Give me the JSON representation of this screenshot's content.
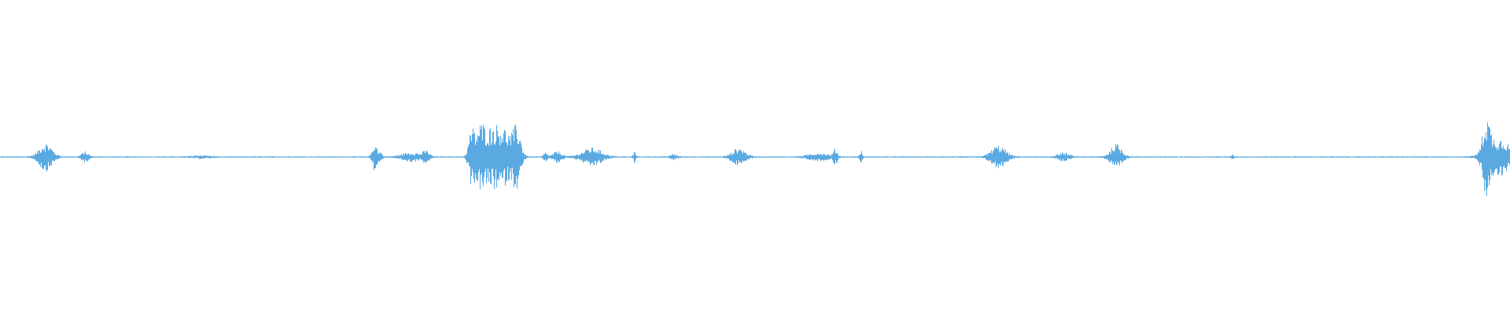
{
  "waveform": {
    "color": "#5aa9e1",
    "background": "#ffffff",
    "max_amplitude": 1.0,
    "baseline_amplitude": 0.012,
    "duration_fraction_bursts": [
      {
        "t": 0.03,
        "amp": 0.22,
        "spread": 0.004
      },
      {
        "t": 0.056,
        "amp": 0.08,
        "spread": 0.002
      },
      {
        "t": 0.133,
        "amp": 0.02,
        "spread": 0.005
      },
      {
        "t": 0.248,
        "amp": 0.22,
        "spread": 0.0015
      },
      {
        "t": 0.252,
        "amp": 0.07,
        "spread": 0.001
      },
      {
        "t": 0.272,
        "amp": 0.07,
        "spread": 0.0055
      },
      {
        "t": 0.282,
        "amp": 0.09,
        "spread": 0.002
      },
      {
        "t": 0.312,
        "amp": 0.4,
        "spread": 0.0018
      },
      {
        "t": 0.318,
        "amp": 0.48,
        "spread": 0.003
      },
      {
        "t": 0.326,
        "amp": 0.44,
        "spread": 0.004
      },
      {
        "t": 0.334,
        "amp": 0.4,
        "spread": 0.004
      },
      {
        "t": 0.342,
        "amp": 0.46,
        "spread": 0.0025
      },
      {
        "t": 0.361,
        "amp": 0.08,
        "spread": 0.001
      },
      {
        "t": 0.369,
        "amp": 0.09,
        "spread": 0.0025
      },
      {
        "t": 0.392,
        "amp": 0.14,
        "spread": 0.006
      },
      {
        "t": 0.42,
        "amp": 0.08,
        "spread": 0.0008
      },
      {
        "t": 0.446,
        "amp": 0.04,
        "spread": 0.002
      },
      {
        "t": 0.489,
        "amp": 0.14,
        "spread": 0.004
      },
      {
        "t": 0.542,
        "amp": 0.06,
        "spread": 0.006
      },
      {
        "t": 0.553,
        "amp": 0.12,
        "spread": 0.0012
      },
      {
        "t": 0.57,
        "amp": 0.09,
        "spread": 0.0008
      },
      {
        "t": 0.661,
        "amp": 0.18,
        "spread": 0.0045
      },
      {
        "t": 0.704,
        "amp": 0.06,
        "spread": 0.0035
      },
      {
        "t": 0.739,
        "amp": 0.2,
        "spread": 0.0035
      },
      {
        "t": 0.816,
        "amp": 0.03,
        "spread": 0.0008
      },
      {
        "t": 0.984,
        "amp": 0.5,
        "spread": 0.0022
      },
      {
        "t": 0.99,
        "amp": 0.28,
        "spread": 0.006
      },
      {
        "t": 0.997,
        "amp": 0.12,
        "spread": 0.003
      }
    ]
  }
}
